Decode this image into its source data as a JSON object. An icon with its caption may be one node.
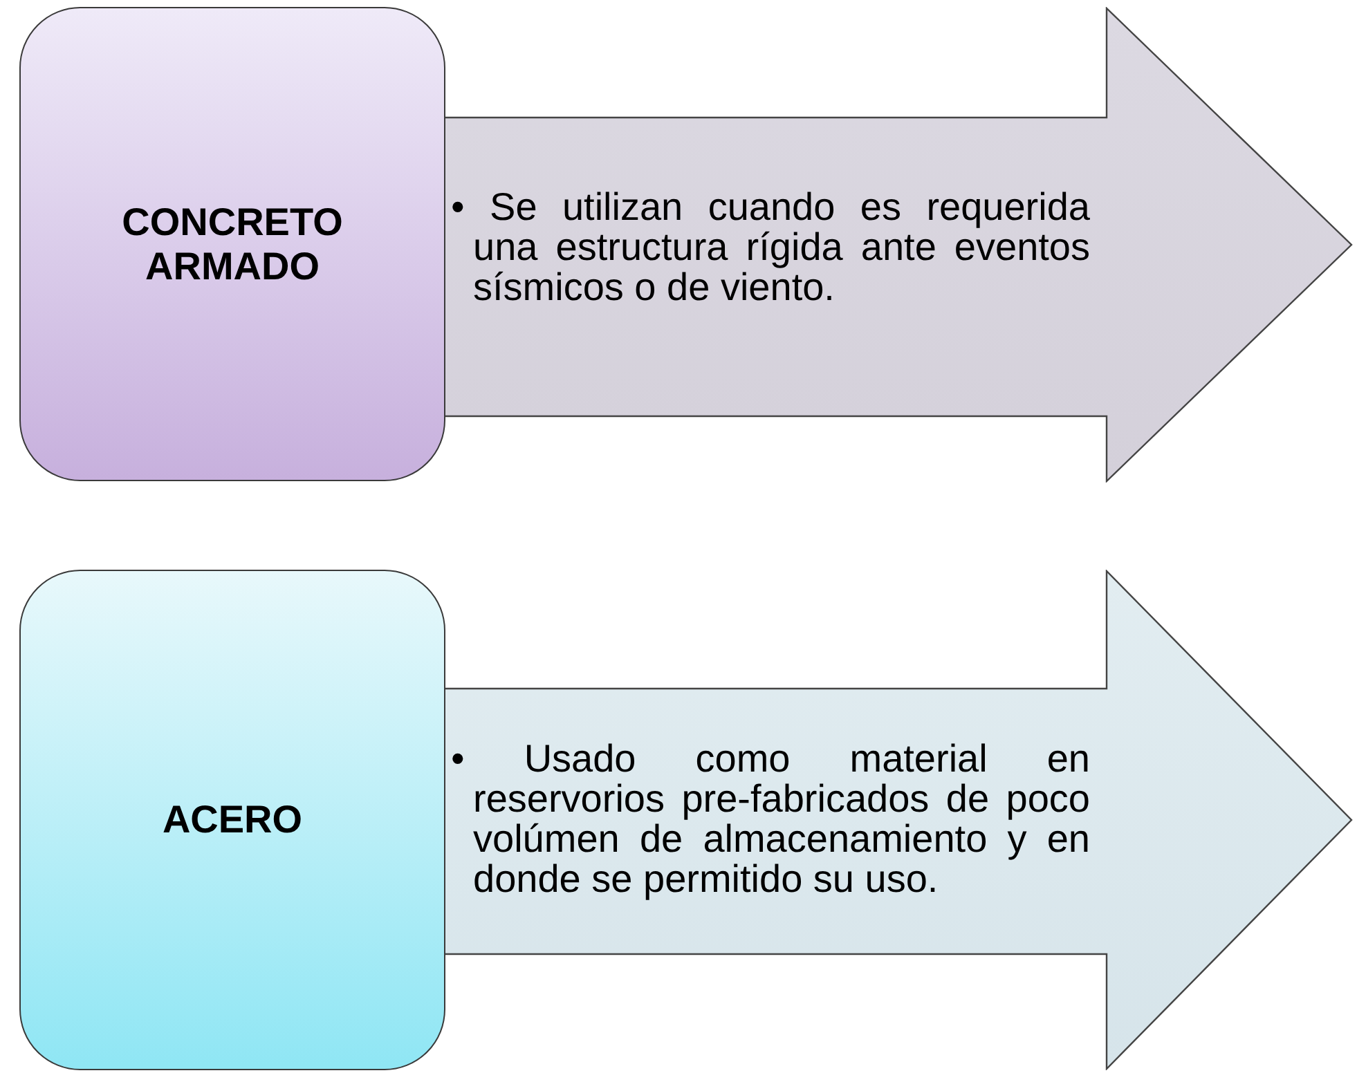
{
  "diagram": {
    "nodes": [
      {
        "text": [
          "CONCRETO ARMADO"
        ]
      },
      {
        "text": [
          "• Se utilizan cuando es requerida una estructura rígida ante eventos sísmicos o de viento."
        ]
      },
      {
        "text": [
          "ACERO"
        ]
      },
      {
        "text": [
          "• Usado como material en reservorios pre-fabricados de poco volúmen de almacenamiento y en donde se permitido su uso."
        ]
      }
    ]
  }
}
